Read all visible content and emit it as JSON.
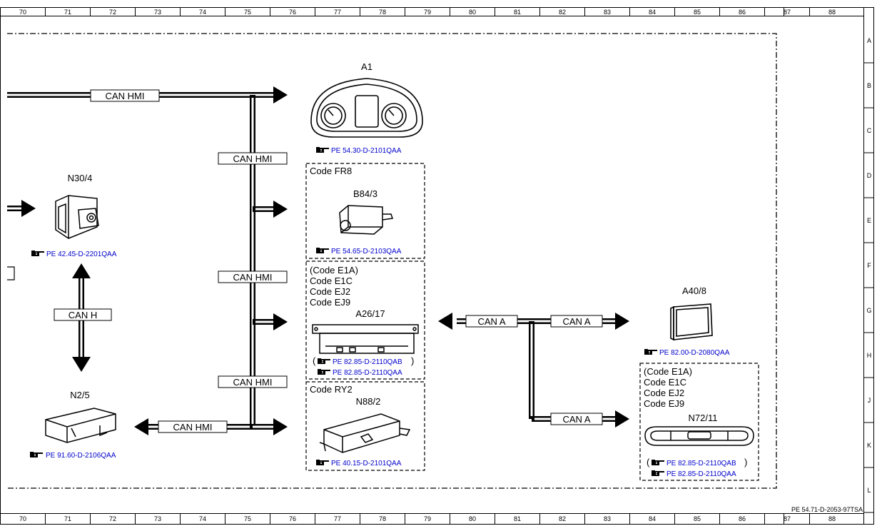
{
  "diagram": {
    "column_numbers": [
      "70",
      "71",
      "72",
      "73",
      "74",
      "75",
      "76",
      "77",
      "78",
      "79",
      "80",
      "81",
      "82",
      "83",
      "84",
      "85",
      "86",
      "87",
      "88"
    ],
    "row_letters": [
      "A",
      "B",
      "C",
      "D",
      "E",
      "F",
      "G",
      "H",
      "J",
      "K",
      "L"
    ],
    "footer_code": "PE 54.71-D-2053-97TSA",
    "bus_labels": {
      "can_hmi": "CAN HMI",
      "can_h": "CAN H",
      "can_a": "CAN A"
    },
    "components": {
      "a1": {
        "name": "A1",
        "ref": "PE 54.30-D-2101QAA"
      },
      "n30_4": {
        "name": "N30/4",
        "ref": "PE 42.45-D-2201QAA"
      },
      "n2_5": {
        "name": "N2/5",
        "ref": "PE 91.60-D-2106QAA"
      },
      "b84_3": {
        "name": "B84/3",
        "code": "Code FR8",
        "ref": "PE 54.65-D-2103QAA"
      },
      "a26_17": {
        "name": "A26/17",
        "codes": [
          "(Code E1A)",
          "Code E1C",
          "Code EJ2",
          "Code EJ9"
        ],
        "ref1": "PE 82.85-D-2110QAB",
        "ref2": "PE 82.85-D-2110QAA"
      },
      "n88_2": {
        "name": "N88/2",
        "code": "Code RY2",
        "ref": "PE 40.15-D-2101QAA"
      },
      "a40_8": {
        "name": "A40/8",
        "ref": "PE 82.00-D-2080QAA"
      },
      "n72_11": {
        "name": "N72/11",
        "codes": [
          "(Code E1A)",
          "Code E1C",
          "Code EJ2",
          "Code EJ9"
        ],
        "ref1": "PE 82.85-D-2110QAB",
        "ref2": "PE 82.85-D-2110QAA"
      }
    },
    "ref_icon": "pointing-hand-icon",
    "paren_open": "(",
    "paren_close": ")"
  }
}
